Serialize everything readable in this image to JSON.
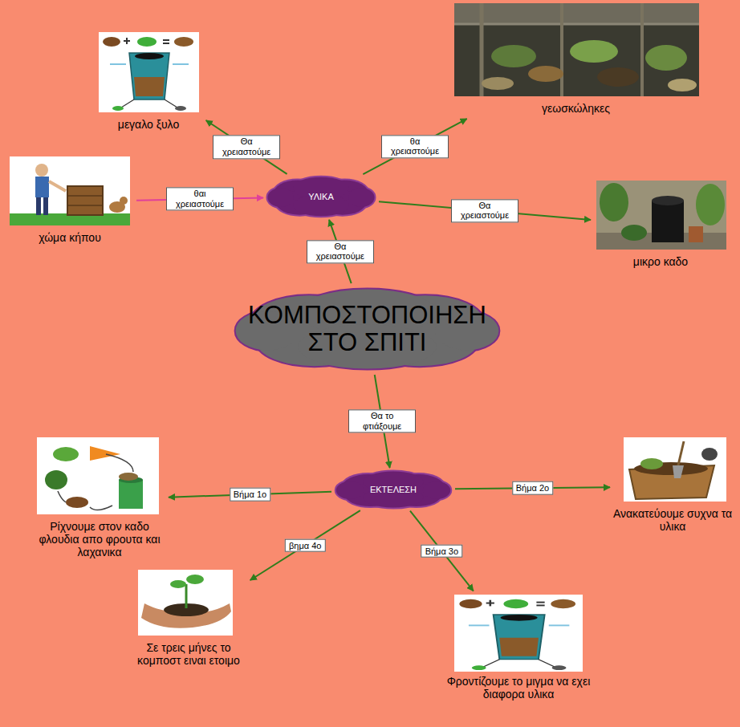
{
  "diagram": {
    "nodes": [
      {
        "text": [
          "ΚΟΜΠΟΣΤΟΠΟΙΗΣΗ ΣΤΟ ΣΠΙΤΙ"
        ]
      },
      {
        "text": [
          "ΥΛΙΚΑ"
        ]
      },
      {
        "text": [
          "μεγαλο ξυλο"
        ]
      },
      {
        "text": [
          "γεωσκώληκες"
        ]
      },
      {
        "text": [
          "χώμα κήπου"
        ]
      },
      {
        "text": [
          "μικρο καδο"
        ]
      },
      {
        "text": [
          "ΕΚΤΕΛΕΣΗ"
        ]
      },
      {
        "text": [
          "Ρίχνουμε στον καδο φλουδια απο φρουτα και λαχανικα"
        ]
      },
      {
        "text": [
          "Ανακατεύουμε συχνα τα υλικα"
        ]
      },
      {
        "text": [
          "Φροντίζουμε το μιγμα να εχει διαφορα υλικα"
        ]
      },
      {
        "text": [
          "Σε τρεις μήνες το κομποστ ειναι ετοιμο"
        ]
      }
    ],
    "edges": [
      {
        "from": 0,
        "to": 1,
        "arrow": "to",
        "label": "Θα χρειαστούμε"
      },
      {
        "from": 1,
        "to": 2,
        "arrow": "to",
        "label": "Θα χρειαστούμε"
      },
      {
        "from": 1,
        "to": 3,
        "arrow": "to",
        "label": "θα χρειαστούμε"
      },
      {
        "from": 4,
        "to": 1,
        "arrow": "to",
        "label": "θαι χρειαστούμε"
      },
      {
        "from": 1,
        "to": 5,
        "arrow": "to",
        "label": "Θα χρειαστούμε"
      },
      {
        "from": 0,
        "to": 6,
        "arrow": "to",
        "label": "Θα το φτιάξουμε"
      },
      {
        "from": 6,
        "to": 7,
        "arrow": "to",
        "label": "Βήμα 1ο"
      },
      {
        "from": 6,
        "to": 8,
        "arrow": "to",
        "label": "Βήμα 2ο"
      },
      {
        "from": 6,
        "to": 9,
        "arrow": "to",
        "label": "Βήμα 3ο"
      },
      {
        "from": 6,
        "to": 10,
        "arrow": "to",
        "label": "βημα 4ο"
      }
    ]
  }
}
